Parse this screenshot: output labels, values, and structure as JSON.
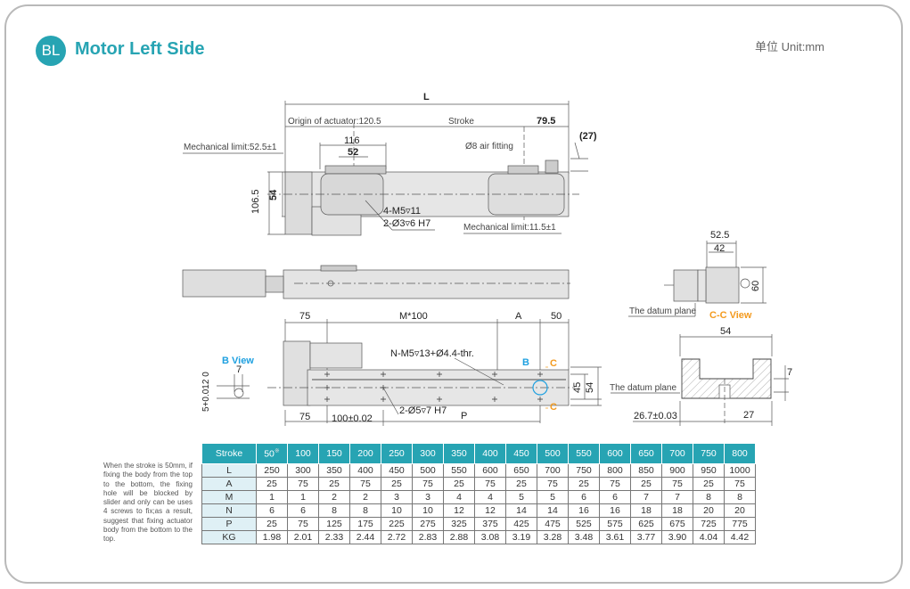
{
  "header": {
    "badge": "BL",
    "title": "Motor Left Side",
    "unit": "单位 Unit:mm"
  },
  "colors": {
    "accent": "#27a4b3",
    "b_view": "#1ea0e0",
    "c_view": "#f39a1e"
  },
  "top_view": {
    "L": "L",
    "origin": "Origin of actuator:120.5",
    "stroke": "Stroke",
    "d79_5": "79.5",
    "d27": "(27)",
    "mech_left": "Mechanical limit:52.5±1",
    "d116": "116",
    "d52": "52",
    "air": "Ø8 air fitting",
    "d54": "54",
    "d106_5": "106.5",
    "m5": "4-M5▿11",
    "pin": "2-Ø3▿6 H7",
    "mech_right": "Mechanical limit:11.5±1"
  },
  "bottom_view": {
    "d75_top": "75",
    "m100": "M*100",
    "A": "A",
    "d50": "50",
    "nm5": "N-M5▿13+Ø4.4-thr.",
    "B": "B",
    "C1": "C",
    "C2": "C",
    "d45": "45",
    "d54": "54",
    "d75_bot": "75",
    "d100": "100±0.02",
    "pin": "2-Ø5▿7 H7",
    "P": "P"
  },
  "b_view": {
    "title": "B View",
    "d7": "7",
    "tol": "5+0.012 0"
  },
  "end_view": {
    "d52_5": "52.5",
    "d42": "42",
    "d60": "60",
    "datum": "The datum plane"
  },
  "cc_view": {
    "title": "C-C View",
    "d54": "54",
    "d7": "7",
    "datum": "The datum plane",
    "d26_7": "26.7±0.03",
    "d27": "27"
  },
  "note": "When the stroke is 50mm, if fixing the body from the top to the bottom, the fixing hole will be blocked by slider and only can be uses 4 screws to fix;as a result, suggest that fixing actuator body from the bottom to the top.",
  "table": {
    "header": [
      "Stroke",
      "50",
      "100",
      "150",
      "200",
      "250",
      "300",
      "350",
      "400",
      "450",
      "500",
      "550",
      "600",
      "650",
      "700",
      "750",
      "800"
    ],
    "star": "※",
    "rows": [
      [
        "L",
        "250",
        "300",
        "350",
        "400",
        "450",
        "500",
        "550",
        "600",
        "650",
        "700",
        "750",
        "800",
        "850",
        "900",
        "950",
        "1000"
      ],
      [
        "A",
        "25",
        "75",
        "25",
        "75",
        "25",
        "75",
        "25",
        "75",
        "25",
        "75",
        "25",
        "75",
        "25",
        "75",
        "25",
        "75"
      ],
      [
        "M",
        "1",
        "1",
        "2",
        "2",
        "3",
        "3",
        "4",
        "4",
        "5",
        "5",
        "6",
        "6",
        "7",
        "7",
        "8",
        "8"
      ],
      [
        "N",
        "6",
        "6",
        "8",
        "8",
        "10",
        "10",
        "12",
        "12",
        "14",
        "14",
        "16",
        "16",
        "18",
        "18",
        "20",
        "20"
      ],
      [
        "P",
        "25",
        "75",
        "125",
        "175",
        "225",
        "275",
        "325",
        "375",
        "425",
        "475",
        "525",
        "575",
        "625",
        "675",
        "725",
        "775"
      ],
      [
        "KG",
        "1.98",
        "2.01",
        "2.33",
        "2.44",
        "2.72",
        "2.83",
        "2.88",
        "3.08",
        "3.19",
        "3.28",
        "3.48",
        "3.61",
        "3.77",
        "3.90",
        "4.04",
        "4.42"
      ]
    ]
  }
}
